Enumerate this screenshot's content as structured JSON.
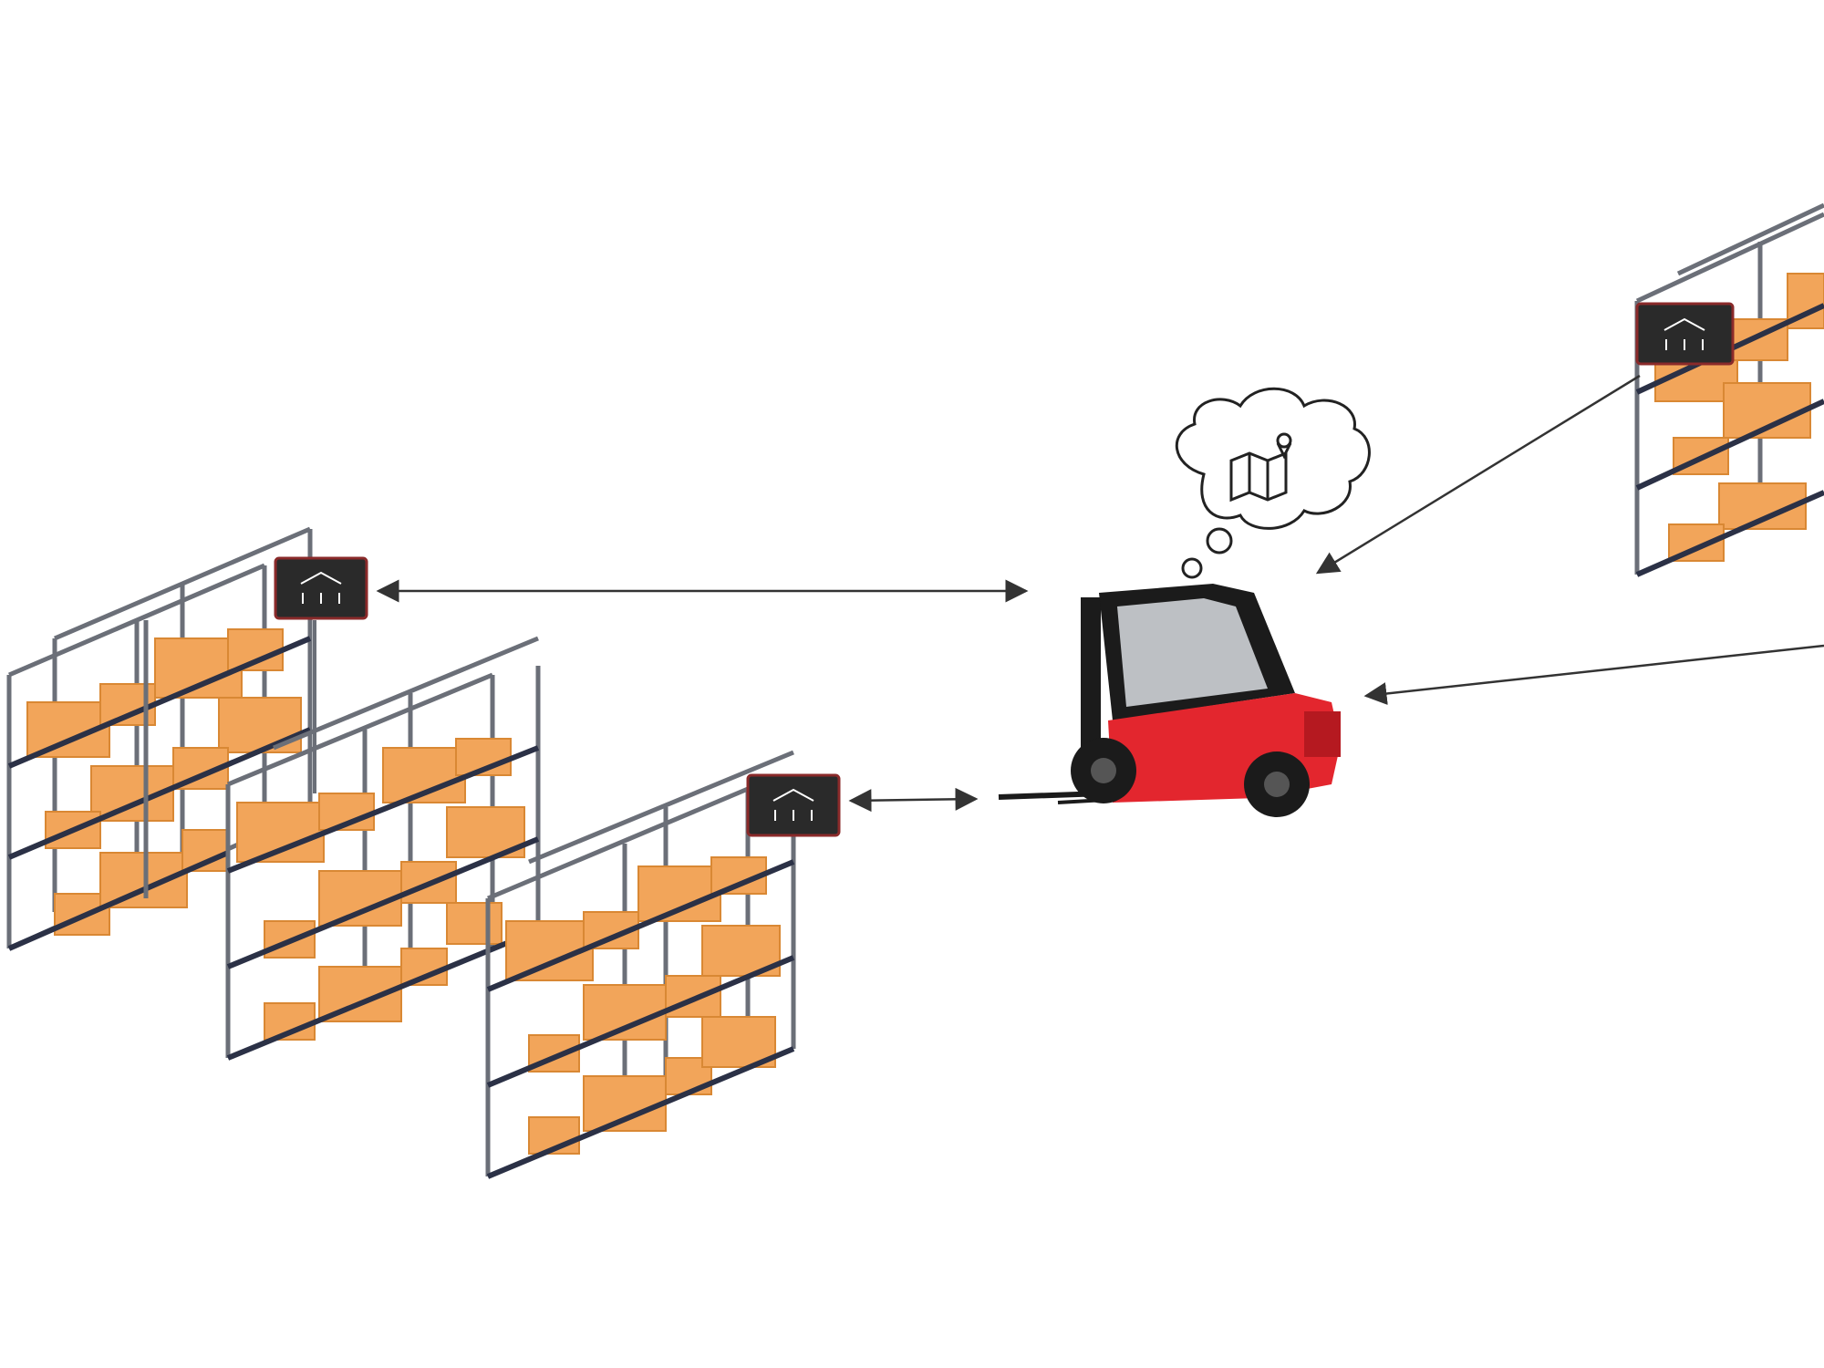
{
  "diagram": {
    "title": "",
    "nodes": [
      {
        "id": "shelf-a",
        "kind": "shelf-with-beacon"
      },
      {
        "id": "shelf-b",
        "kind": "shelf"
      },
      {
        "id": "shelf-c",
        "kind": "shelf-with-beacon"
      },
      {
        "id": "shelf-d",
        "kind": "shelf-with-beacon"
      },
      {
        "id": "forklift",
        "kind": "forklift",
        "thought": "map-pin-icon"
      }
    ],
    "edges": [
      {
        "from": "shelf-a",
        "to": "forklift",
        "direction": "both"
      },
      {
        "from": "shelf-c",
        "to": "forklift",
        "direction": "both"
      },
      {
        "from": "shelf-d",
        "to": "forklift",
        "direction": "to"
      },
      {
        "from": "offscreen-right",
        "to": "forklift",
        "direction": "to"
      }
    ]
  },
  "colors": {
    "rack_frame": "#6b6f78",
    "rack_beam": "#2b3146",
    "box": "#f2a55a",
    "box_dark": "#d98834",
    "floor_board": "#caa978",
    "beacon_body": "#2a2a2a",
    "beacon_border": "#8a2a2a",
    "forklift_red": "#e3262e",
    "forklift_black": "#1b1b1b",
    "arrow": "#333333"
  }
}
